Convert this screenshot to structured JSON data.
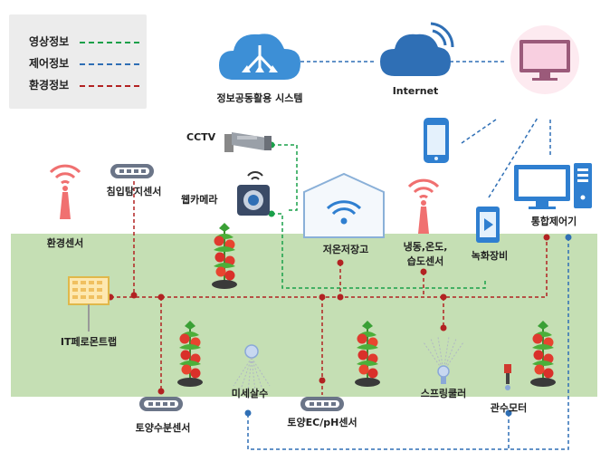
{
  "legend": {
    "items": [
      {
        "label": "영상정보",
        "color": "#1aa04a"
      },
      {
        "label": "제어정보",
        "color": "#2f6fb5"
      },
      {
        "label": "환경정보",
        "color": "#b22222"
      }
    ]
  },
  "labels": {
    "info_system": "정보공동활용 시스템",
    "internet": "Internet",
    "cctv": "CCTV",
    "webcam": "웹카메라",
    "intrusion_sensor": "침입탐지센서",
    "env_sensor": "환경센서",
    "cold_storage": "저온저장고",
    "freeze_sensor_line1": "냉동,온도,",
    "freeze_sensor_line2": "습도센서",
    "recorder": "녹화장비",
    "controller": "통합제어기",
    "pheromone_trap": "IT페로몬트랩",
    "mist_spray": "미세살수",
    "soil_moisture": "토양수분센서",
    "soil_ec_ph": "토양EC/pH센서",
    "sprinkler": "스프링쿨러",
    "irrigation_motor": "관수모터"
  },
  "colors": {
    "field": "#c5dfb4",
    "video": "#1aa04a",
    "control": "#2f6fb5",
    "environment": "#b22222",
    "cloud": "#3d8fd6",
    "monitor_bg": "#fdeaf0",
    "wifi_red": "#f07070"
  }
}
